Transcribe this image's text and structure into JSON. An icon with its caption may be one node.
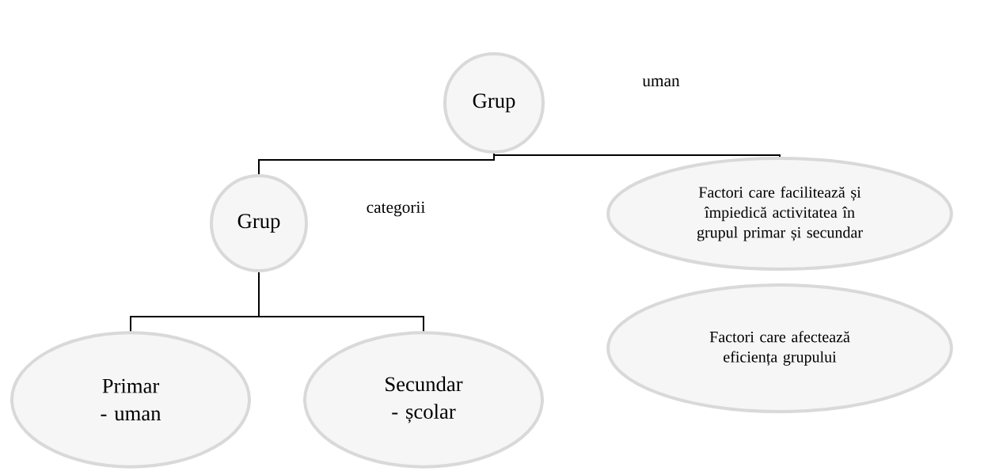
{
  "diagram": {
    "nodes": [
      {
        "text": [
          "Grup"
        ]
      },
      {
        "text": [
          "Grup"
        ]
      },
      {
        "text": [
          "Factori care facilitează și împiedică activitatea în grupul primar și secundar"
        ]
      },
      {
        "text": [
          "Primar - uman"
        ]
      },
      {
        "text": [
          "Secundar - școlar"
        ]
      },
      {
        "text": [
          "Factori care afectează eficiența grupului"
        ]
      }
    ],
    "edges": [
      {
        "from": 0,
        "to": 1,
        "arrow": "none"
      },
      {
        "from": 0,
        "to": 2,
        "arrow": "none"
      },
      {
        "from": 1,
        "to": 3,
        "arrow": "none"
      },
      {
        "from": 1,
        "to": 4,
        "arrow": "none"
      }
    ],
    "labels": [
      "uman",
      "categorii"
    ]
  }
}
